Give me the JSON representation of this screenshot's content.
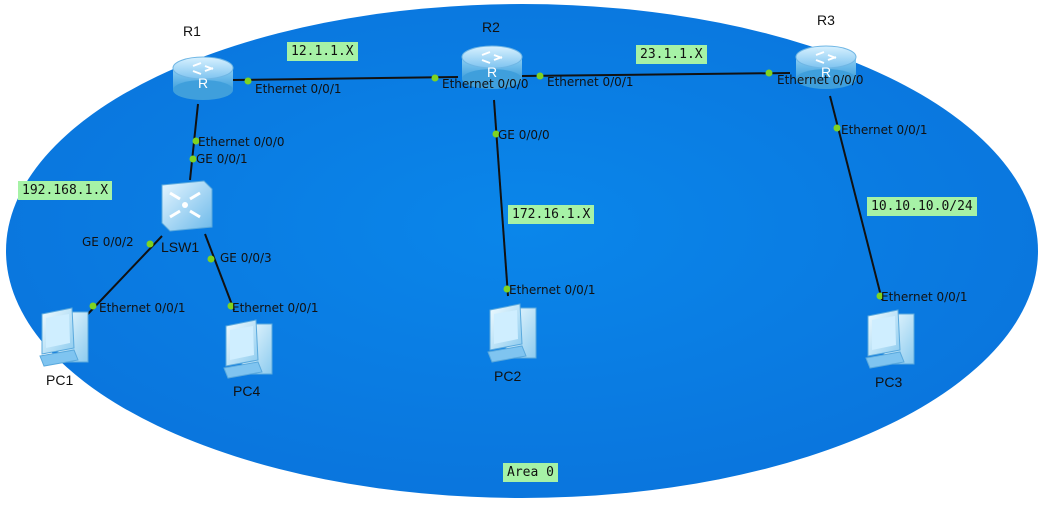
{
  "area": {
    "label": "Area 0",
    "color": "#0a7de0"
  },
  "link_color": "#111111",
  "port_dot_color": "#7ed321",
  "tag_color": "#a6f2a6",
  "nodes": {
    "r1": {
      "name": "R1",
      "icon": "router-icon"
    },
    "r2": {
      "name": "R2",
      "icon": "router-icon"
    },
    "r3": {
      "name": "R3",
      "icon": "router-icon"
    },
    "lsw1": {
      "name": "LSW1",
      "icon": "switch-icon"
    },
    "pc1": {
      "name": "PC1",
      "icon": "pc-icon"
    },
    "pc2": {
      "name": "PC2",
      "icon": "pc-icon"
    },
    "pc3": {
      "name": "PC3",
      "icon": "pc-icon"
    },
    "pc4": {
      "name": "PC4",
      "icon": "pc-icon"
    }
  },
  "subnets": {
    "r1_r2": "12.1.1.X",
    "r2_r3": "23.1.1.X",
    "lan1": "192.168.1.X",
    "lan2": "172.16.1.X",
    "lan3": "10.10.10.0/24"
  },
  "ports": {
    "r1_to_r2": "Ethernet 0/0/1",
    "r2_to_r1": "Ethernet 0/0/0",
    "r2_to_r3": "Ethernet 0/0/1",
    "r3_to_r2": "Ethernet 0/0/0",
    "r1_to_lsw1": "Ethernet 0/0/0",
    "lsw1_to_r1": "GE 0/0/1",
    "lsw1_to_pc1": "GE 0/0/2",
    "lsw1_to_pc4": "GE 0/0/3",
    "pc1_port": "Ethernet 0/0/1",
    "pc4_port": "Ethernet 0/0/1",
    "r2_to_pc2": "GE 0/0/0",
    "pc2_port": "Ethernet 0/0/1",
    "r3_to_pc3": "Ethernet 0/0/1",
    "pc3_port": "Ethernet 0/0/1"
  }
}
